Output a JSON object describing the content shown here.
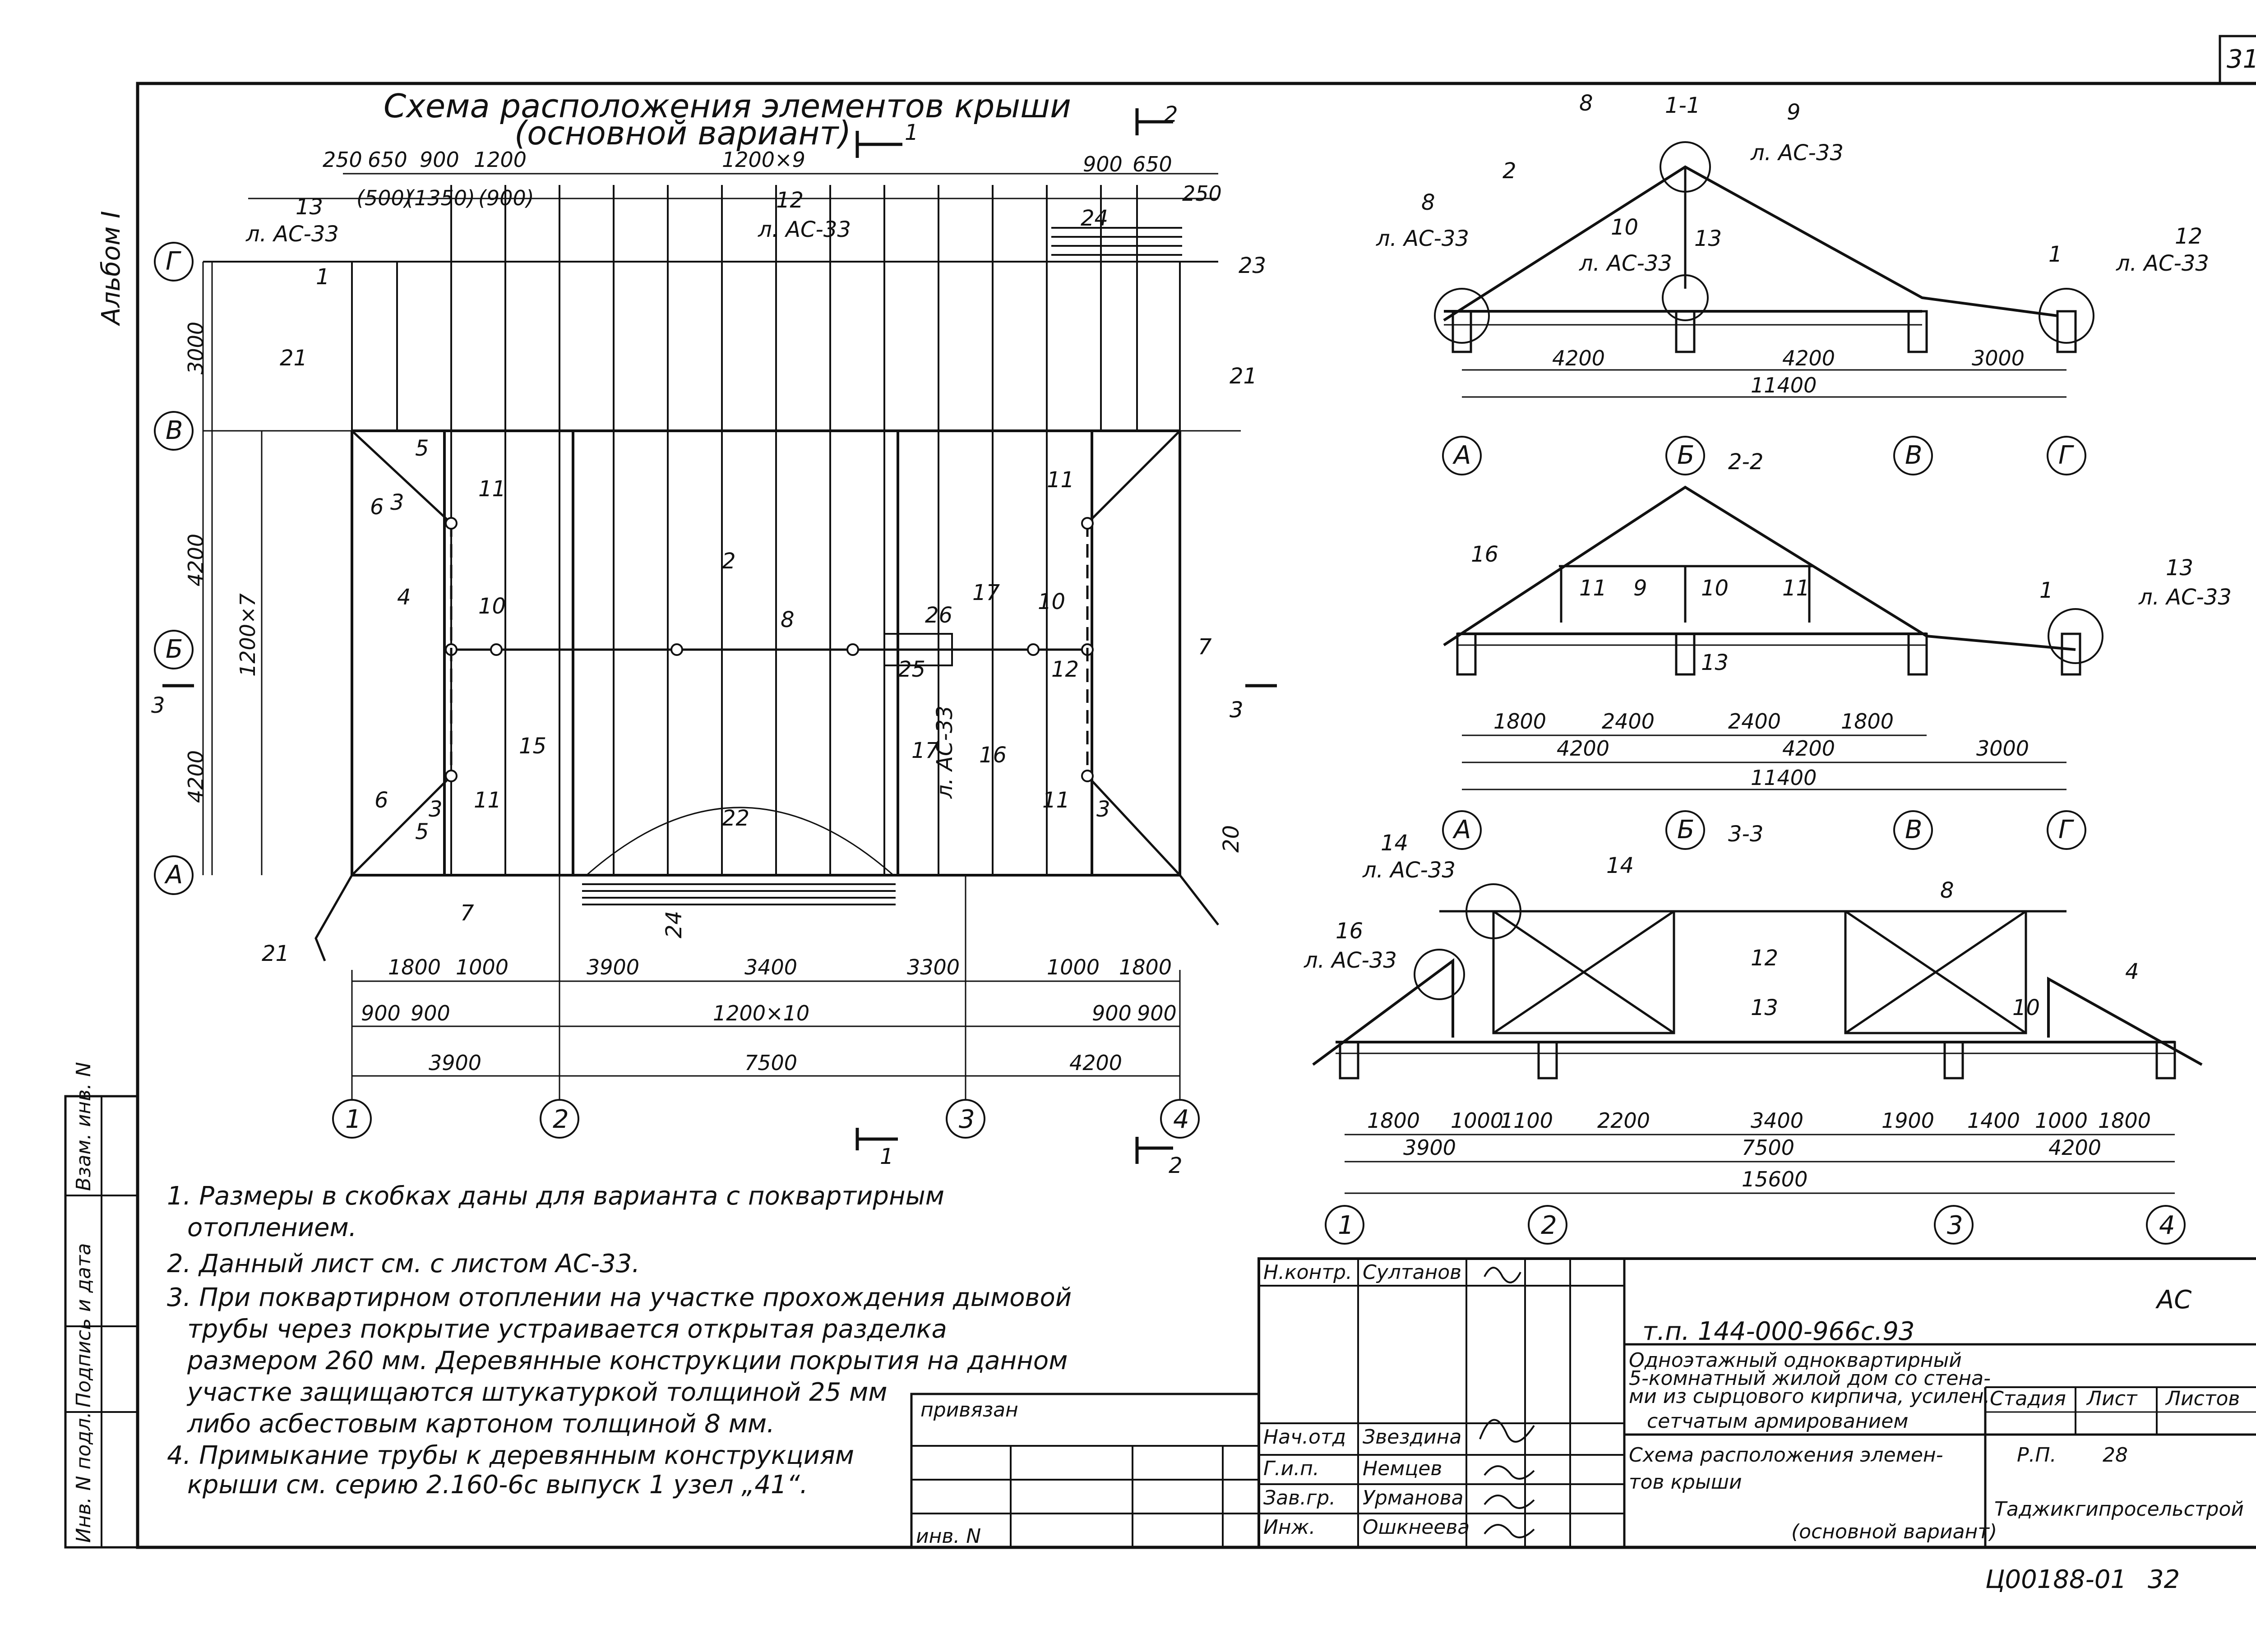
{
  "sheet": {
    "page_number": "31",
    "album": "Альбом I",
    "bottom_code": "Ц00188-01",
    "bottom_page": "32"
  },
  "plan": {
    "title_line1": "Схема расположения элементов крыши",
    "title_line2": "(основной вариант)",
    "section_marks": {
      "s1": "1",
      "s2": "2",
      "s3": "3"
    },
    "axis_rows": [
      "Г",
      "В",
      "Б",
      "А"
    ],
    "axis_cols": [
      "1",
      "2",
      "3",
      "4"
    ],
    "top_dims": [
      "250",
      "650",
      "900",
      "1200",
      "1200×9",
      "900",
      "650",
      "250"
    ],
    "top_dims_bracket": [
      "(500)",
      "(1350)",
      "(900)"
    ],
    "left_dims": [
      "3000",
      "4200",
      "4200",
      "1200×7"
    ],
    "bottom_dims_row1": [
      "1800",
      "1000",
      "3900",
      "3400",
      "3300",
      "1000",
      "1800"
    ],
    "bottom_dims_row2": [
      "900",
      "900",
      "1200×10",
      "900",
      "900"
    ],
    "bottom_dims_row3": [
      "3900",
      "7500",
      "4200"
    ],
    "labels": [
      "13",
      "л. АС-33",
      "12",
      "л. АС-33",
      "1",
      "23",
      "24",
      "21",
      "21",
      "5",
      "3",
      "6",
      "11",
      "11",
      "4",
      "2",
      "8",
      "26",
      "17",
      "10",
      "10",
      "12",
      "25",
      "7",
      "3",
      "15",
      "16",
      "17",
      "л. АС-33",
      "11",
      "11",
      "6",
      "3",
      "3",
      "5",
      "22",
      "20",
      "21",
      "7",
      "24"
    ]
  },
  "section11": {
    "title": "1-1",
    "dims": [
      "4200",
      "4200",
      "3000",
      "11400"
    ],
    "axes": [
      "А",
      "Б",
      "В",
      "Г"
    ],
    "labels": [
      "8",
      "9",
      "л. АС-33",
      "2",
      "8",
      "л. АС-33",
      "10",
      "л. АС-33",
      "13",
      "1",
      "12",
      "л. АС-33"
    ]
  },
  "section22": {
    "title": "2-2",
    "dims_row1": [
      "1800",
      "2400",
      "2400",
      "1800"
    ],
    "dims_row2": [
      "4200",
      "4200",
      "3000"
    ],
    "dims_total": "11400",
    "axes": [
      "А",
      "Б",
      "В",
      "Г"
    ],
    "labels": [
      "16",
      "11",
      "9",
      "10",
      "11",
      "1",
      "13",
      "13",
      "л. АС-33"
    ]
  },
  "section33": {
    "title": "3-3",
    "dims_row1": [
      "1800",
      "1000",
      "1100",
      "2200",
      "3400",
      "1900",
      "1400",
      "1000",
      "1800"
    ],
    "dims_row2": [
      "3900",
      "7500",
      "4200"
    ],
    "dims_total": "15600",
    "axes": [
      "1",
      "2",
      "3",
      "4"
    ],
    "labels": [
      "14",
      "л. АС-33",
      "14",
      "8",
      "16",
      "л. АС-33",
      "12",
      "13",
      "4",
      "10"
    ]
  },
  "notes": [
    "1. Размеры в скобках даны для варианта с поквартирным отоплением.",
    "2. Данный лист см. с листом АС-33.",
    "3. При поквартирном отоплении на участке прохождения дымовой трубы через покрытие устраивается открытая разделка размером 260 мм. Деревянные конструкции покрытия на данном участке защищаются штукатуркой толщиной 25 мм либо асбестовым картоном толщиной 8 мм.",
    "4. Примыкание трубы к деревянным конструкциям крыши см. серию 2.160-6с выпуск 1 узел „41“."
  ],
  "side_stamp": [
    "Инв. N подл.",
    "Подпись и дата",
    "Взам. инв. N"
  ],
  "title_block": {
    "privyazan": "привязан",
    "inv": "инв. N",
    "code": "т.п. 144-000-966с.93",
    "ac": "АС",
    "project_desc": "Одноэтажный одноквартирный 5-комнатный жилой дом со стенами из сырцового кирпича, усилен. сетчатым армированием",
    "sheet_title": "Схема расположения элементов крыши (основной вариант)",
    "stadia_label": "Стадия",
    "list_label": "Лист",
    "listov_label": "Листов",
    "stadia": "Р.П.",
    "list": "28",
    "org": "Таджикгипросельстрой",
    "people": [
      {
        "role": "Н.контр.",
        "name": "Султанов"
      },
      {
        "role": "Нач.отд",
        "name": "Звездина"
      },
      {
        "role": "Г.и.п.",
        "name": "Немцев"
      },
      {
        "role": "Зав.гр.",
        "name": "Урманова"
      },
      {
        "role": "Инж.",
        "name": "Ошкнеева"
      }
    ]
  }
}
